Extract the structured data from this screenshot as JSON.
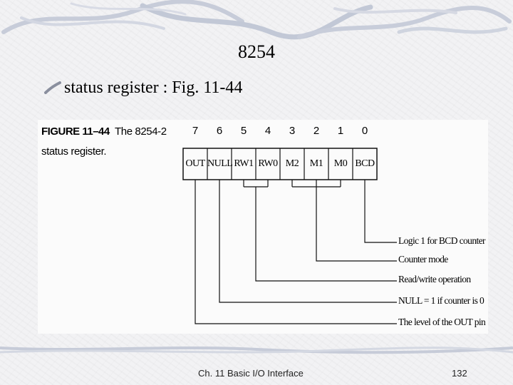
{
  "slide": {
    "title": "8254",
    "bullet": "status register : Fig. 11-44"
  },
  "figure": {
    "figure_number": "FIGURE 11–44",
    "caption_line1": "The 8254-2",
    "caption_line2": "status register.",
    "bit_numbers": [
      "7",
      "6",
      "5",
      "4",
      "3",
      "2",
      "1",
      "0"
    ],
    "bit_names": [
      "OUT",
      "NULL",
      "RW1",
      "RW0",
      "M2",
      "M1",
      "M0",
      "BCD"
    ],
    "descriptions": [
      "Logic 1 for BCD counter",
      "Counter mode",
      "Read/write operation",
      "NULL = 1 if counter is 0",
      "The level of the OUT pin"
    ]
  },
  "footer": {
    "chapter": "Ch. 11 Basic I/O Interface",
    "page": "132"
  },
  "colors": {
    "background": "#f2f2f4",
    "band_stroke": "#c4cad8",
    "text": "#000000"
  }
}
